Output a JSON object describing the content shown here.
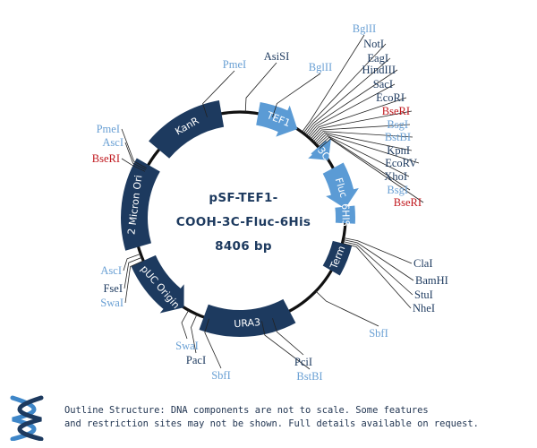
{
  "plasmid": {
    "title_lines": [
      "pSF-TEF1-",
      "COOH-3C-Fluc-6His",
      "8406 bp"
    ]
  },
  "colors": {
    "feature_dark": "#1d3a5f",
    "feature_light": "#5b9bd5",
    "site_dark": "#1d3a5f",
    "site_light": "#6aa0d4",
    "site_red": "#c0181e"
  },
  "features": [
    {
      "label": "KanR",
      "shade": "dark"
    },
    {
      "label": "TEF1",
      "shade": "light"
    },
    {
      "label": "3C",
      "shade": "light"
    },
    {
      "label": "Fluc",
      "shade": "light"
    },
    {
      "label": "6HIS",
      "shade": "light"
    },
    {
      "label": "Term",
      "shade": "dark"
    },
    {
      "label": "URA3",
      "shade": "dark"
    },
    {
      "label": "pUC Origin",
      "shade": "dark"
    },
    {
      "label": "2 Micron Ori",
      "shade": "dark"
    }
  ],
  "sites": [
    {
      "name": "PmeI",
      "shade": "light"
    },
    {
      "name": "AsiSI",
      "shade": "dark"
    },
    {
      "name": "BglII",
      "shade": "light"
    },
    {
      "name": "BglII",
      "shade": "light"
    },
    {
      "name": "NotI",
      "shade": "dark"
    },
    {
      "name": "EagI",
      "shade": "dark"
    },
    {
      "name": "HindIII",
      "shade": "dark"
    },
    {
      "name": "SacI",
      "shade": "dark"
    },
    {
      "name": "EcoRI",
      "shade": "dark"
    },
    {
      "name": "BseRI",
      "shade": "red"
    },
    {
      "name": "BsgI",
      "shade": "light"
    },
    {
      "name": "BstBI",
      "shade": "light"
    },
    {
      "name": "KpnI",
      "shade": "dark"
    },
    {
      "name": "EcoRV",
      "shade": "dark"
    },
    {
      "name": "XhoI",
      "shade": "dark"
    },
    {
      "name": "BsgI",
      "shade": "light"
    },
    {
      "name": "BseRI",
      "shade": "red"
    },
    {
      "name": "ClaI",
      "shade": "dark"
    },
    {
      "name": "BamHI",
      "shade": "dark"
    },
    {
      "name": "StuI",
      "shade": "dark"
    },
    {
      "name": "NheI",
      "shade": "dark"
    },
    {
      "name": "SbfI",
      "shade": "light"
    },
    {
      "name": "PciI",
      "shade": "dark"
    },
    {
      "name": "BstBI",
      "shade": "light"
    },
    {
      "name": "SbfI",
      "shade": "light"
    },
    {
      "name": "PacI",
      "shade": "dark"
    },
    {
      "name": "SwaI",
      "shade": "light"
    },
    {
      "name": "SwaI",
      "shade": "light"
    },
    {
      "name": "FseI",
      "shade": "dark"
    },
    {
      "name": "AscI",
      "shade": "light"
    },
    {
      "name": "BseRI",
      "shade": "red"
    },
    {
      "name": "AscI",
      "shade": "light"
    },
    {
      "name": "PmeI",
      "shade": "light"
    }
  ],
  "footnote": {
    "line1": "Outline Structure: DNA components are not to scale. Some features",
    "line2": "and restriction sites may not be shown. Full details available on request."
  },
  "logo_icon": "dna-helix-icon"
}
